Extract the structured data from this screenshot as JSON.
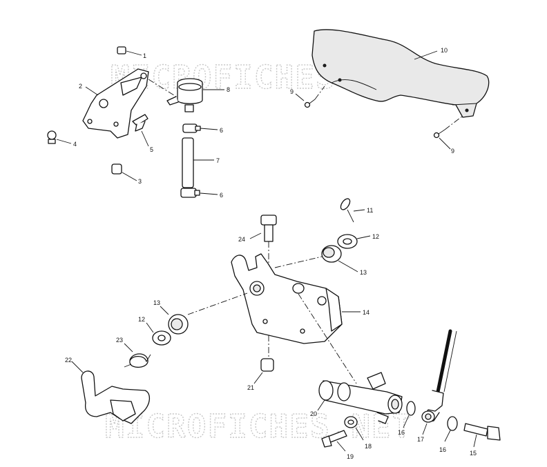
{
  "watermark": {
    "text": "MICROFICHES.NET"
  },
  "callouts": {
    "c1a": "1",
    "c2": "2",
    "c3": "3",
    "c4": "4",
    "c5": "5",
    "c6a": "6",
    "c6b": "6",
    "c7": "7",
    "c8": "8",
    "c9a": "9",
    "c9b": "9",
    "c10": "10",
    "c11": "11",
    "c12a": "12",
    "c13a": "13",
    "c14": "14",
    "c13b": "13",
    "c12b": "12",
    "c23": "23",
    "c24": "24",
    "c22": "22",
    "c21": "21",
    "c20": "20",
    "c16a": "16",
    "c17": "17",
    "c16b": "16",
    "c15": "15",
    "c18": "18",
    "c19": "19"
  }
}
